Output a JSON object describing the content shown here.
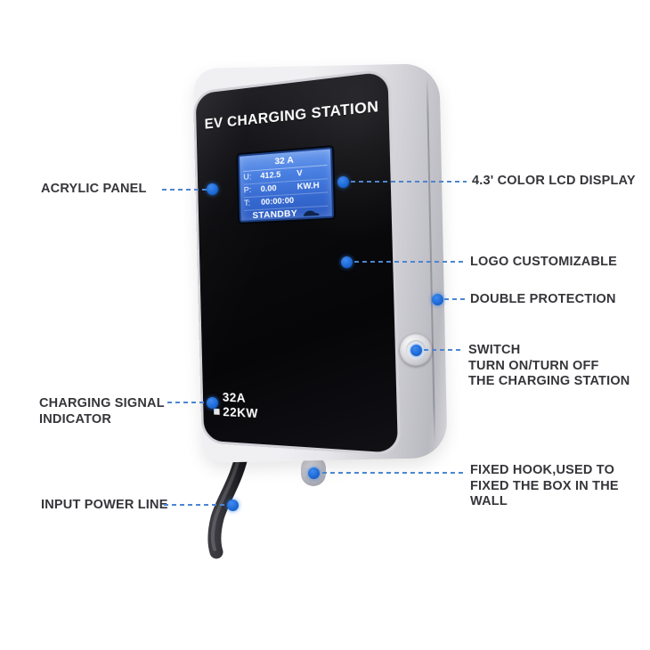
{
  "device": {
    "title": "EV CHARGING STATION",
    "lcd": {
      "header": "32 A",
      "rows": [
        {
          "label": "U:",
          "value": "412.5",
          "unit": "V"
        },
        {
          "label": "P:",
          "value": "0.00",
          "unit": "KW.H"
        },
        {
          "label": "T:",
          "value": "00:00:00",
          "unit": ""
        }
      ],
      "status": "STANDBY"
    },
    "indicator": {
      "current": "32A",
      "power": "22KW"
    }
  },
  "callouts": {
    "acrylic": {
      "label": "ACRYLIC PANEL"
    },
    "signal": {
      "line1": "CHARGING SIGNAL",
      "line2": "INDICATOR"
    },
    "power_line": {
      "label": "INPUT POWER LINE"
    },
    "lcd": {
      "label": "4.3' COLOR LCD DISPLAY"
    },
    "logo": {
      "label": "LOGO CUSTOMIZABLE"
    },
    "protection": {
      "label": "DOUBLE PROTECTION"
    },
    "switch": {
      "line1": "SWITCH",
      "line2": "TURN ON/TURN OFF",
      "line3": "THE CHARGING STATION"
    },
    "hook": {
      "line1": "FIXED HOOK,USED TO",
      "line2": "FIXED THE BOX IN THE",
      "line3": "WALL"
    }
  },
  "colors": {
    "callout_dot_blue": "#1a6ad4",
    "callout_dash_blue": "#4c86d0",
    "lcd_blue": "#3a74da",
    "panel_black": "#0b0b0d",
    "body_silver": "#d7d7dc",
    "label_text": "#35353a"
  }
}
